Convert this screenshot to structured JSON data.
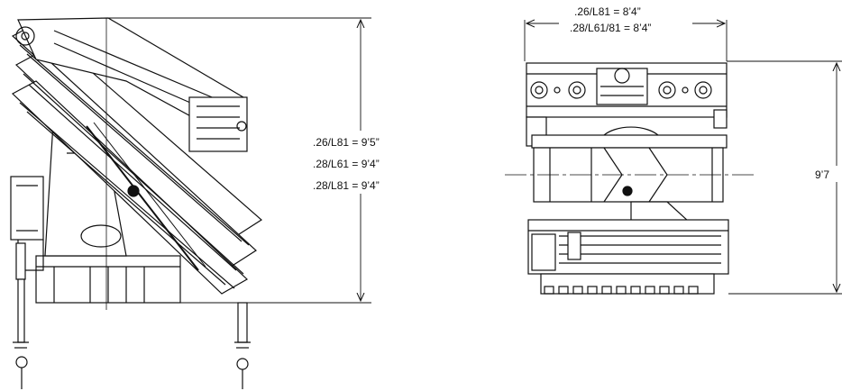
{
  "side_view": {
    "height_labels": [
      ".26/L81 = 9’5”",
      ".28/L61 = 9’4”",
      ".28/L81 = 9’4”"
    ]
  },
  "front_view": {
    "width_labels": [
      ".26/L81 = 8’4”",
      ".28/L61/81 = 8’4”"
    ],
    "height_label": "9’7"
  },
  "colors": {
    "line": "#111111",
    "background": "#ffffff"
  }
}
